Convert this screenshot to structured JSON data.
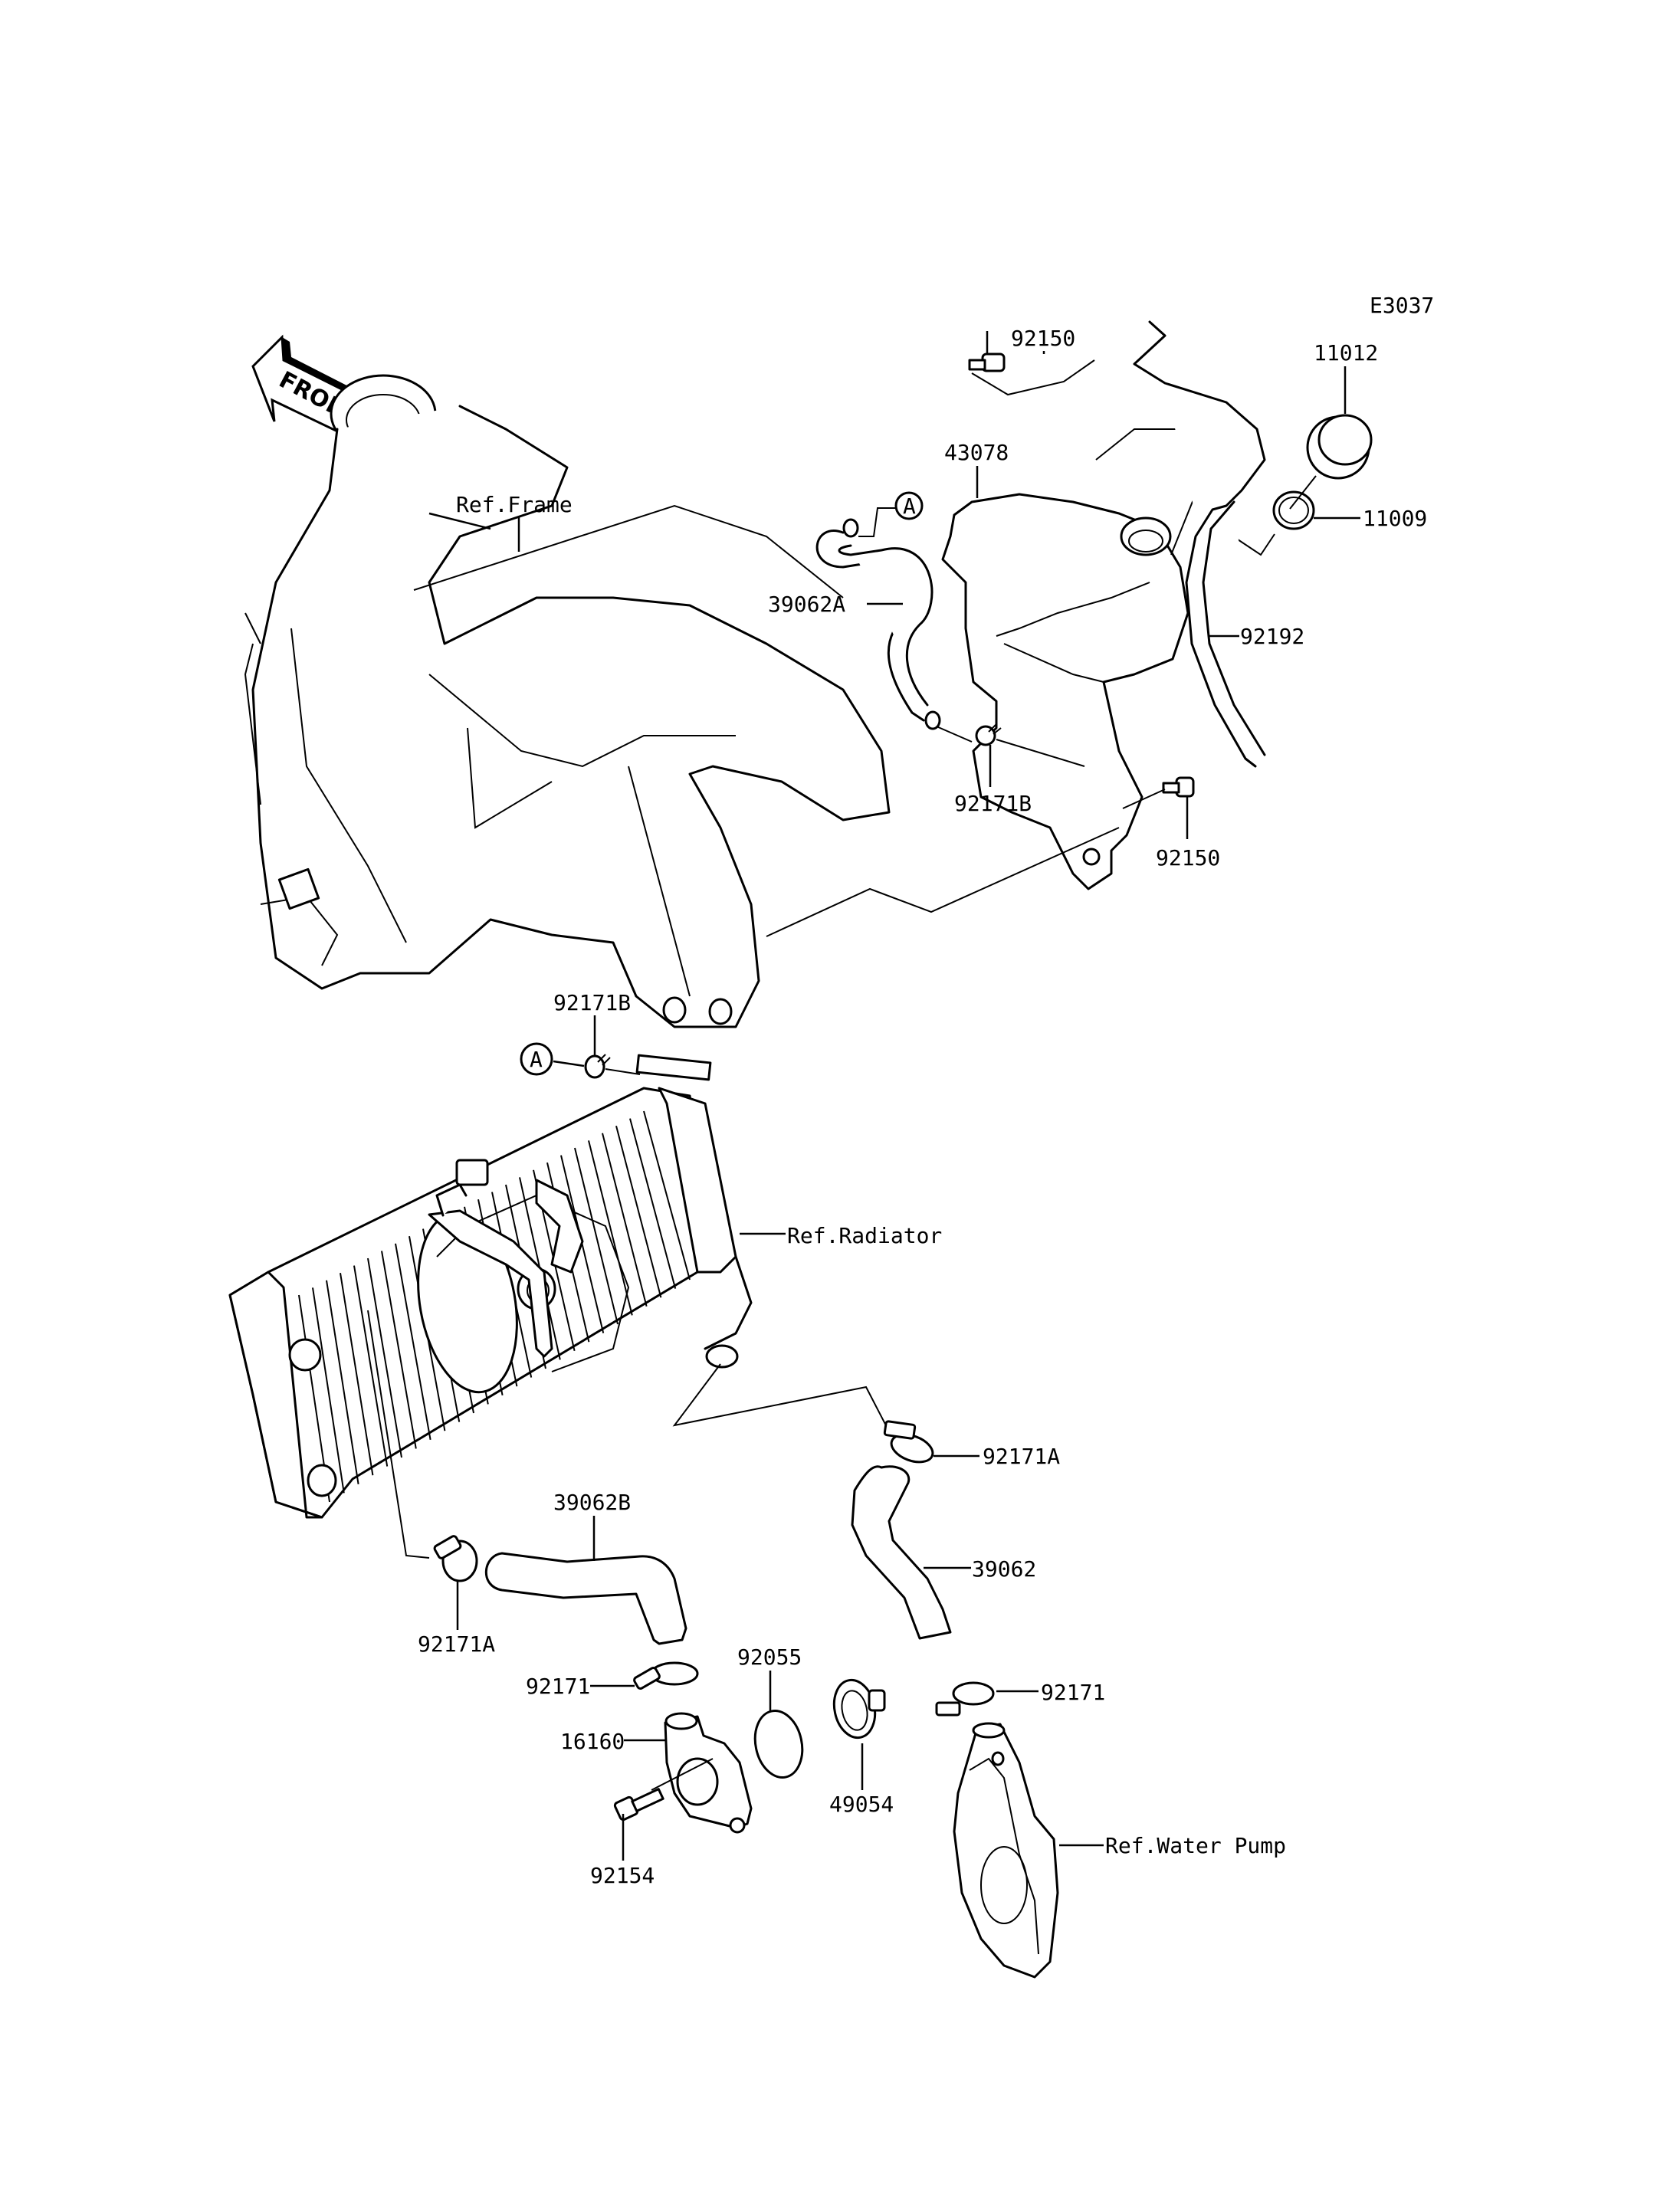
{
  "diagram": {
    "code": "E3037",
    "direction_marker": "FRONT",
    "ref_labels": {
      "frame": "Ref.Frame",
      "radiator": "Ref.Radiator",
      "water_pump": "Ref.Water Pump"
    },
    "connector_marker": "A",
    "parts": {
      "reservoir_bolt_top": "92150",
      "reserve_tank": "43078",
      "filler_cap": "11012",
      "cap_gasket": "11009",
      "overflow_hose_drain": "92192",
      "reserve_hose": "39062A",
      "clamp_b_upper": "92171B",
      "reservoir_bolt_bottom": "92150",
      "clamp_b_lower": "92171B",
      "clamp_a_right": "92171A",
      "water_hose": "39062",
      "clamp_a_left": "92171A",
      "water_hose_b": "39062B",
      "clamp_left": "92171",
      "thermostat_cover": "16160",
      "o_ring": "92055",
      "thermostat": "49054",
      "cover_bolt": "92154",
      "clamp_right": "92171"
    }
  }
}
